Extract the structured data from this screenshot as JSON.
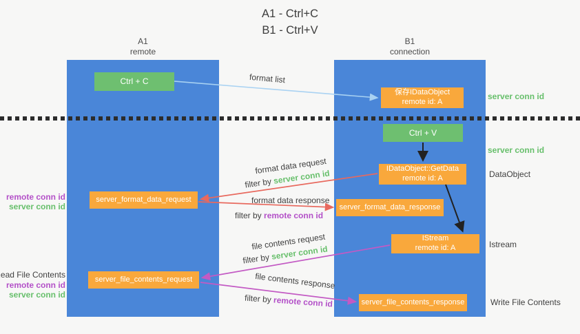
{
  "title": {
    "line1": "A1 - Ctrl+C",
    "line2": "B1 - Ctrl+V"
  },
  "columns": {
    "a1": {
      "id": "A1",
      "subtitle": "remote"
    },
    "b1": {
      "id": "B1",
      "subtitle": "connection"
    }
  },
  "boxes": {
    "ctrl_c": "Ctrl + C",
    "ctrl_v": "Ctrl + V",
    "save_dataobject_line1": "保存IDataObject",
    "save_dataobject_line2": "remote id: A",
    "getdata_line1": "IDataObject::GetData",
    "getdata_line2": "remote id: A",
    "istream_line1": "IStream",
    "istream_line2": "remote id: A",
    "format_request": "server_format_data_request",
    "format_response": "server_format_data_response",
    "file_request": "server_file_contents_request",
    "file_response": "server_file_contents_response"
  },
  "labels": {
    "format_list": "format list",
    "format_data_request": "format data request",
    "format_data_response": "format data response",
    "file_contents_request": "file contents request",
    "file_contents_response": "file contents response",
    "filter_by": "filter by",
    "server_conn_id": "server conn id",
    "remote_conn_id": "remote conn id",
    "dataobject": "DataObject",
    "istream": "Istream",
    "read_file_contents": "Read File Contents",
    "write_file_contents": "Write File Contents"
  },
  "colors": {
    "column_blue": "#4a86d8",
    "box_green": "#6ebf70",
    "box_orange": "#f9a83c",
    "arrow_blue": "#a9d2f2",
    "arrow_black": "#222222",
    "arrow_red": "#e8695e",
    "arrow_magenta": "#c35ac4",
    "text_green": "#67bf6b",
    "text_purple": "#b350c8"
  }
}
